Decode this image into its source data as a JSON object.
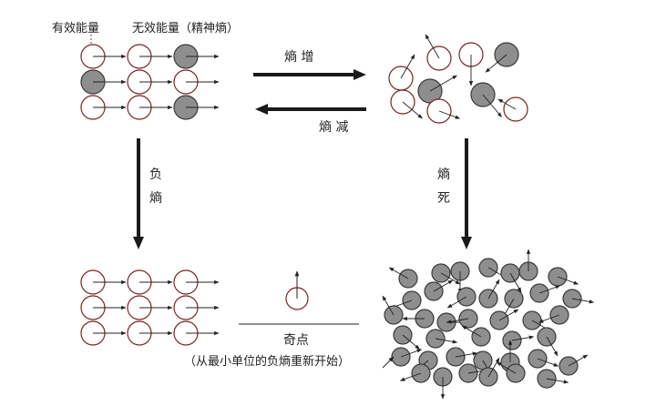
{
  "labels": {
    "effective_energy": "有效能量",
    "ineffective_energy": "无效能量（精神熵）",
    "entropy_increase": "熵 增",
    "entropy_decrease": "熵 减",
    "negative_entropy": "负熵",
    "entropy_death": "熵死",
    "singularity": "奇点",
    "singularity_note": "（从最小单位的负熵重新开始）"
  },
  "colors": {
    "circle_stroke": "#7a2323",
    "filled": "#8e8e8e",
    "filled_stroke": "#3a3a3a",
    "arrow": "#222222",
    "big_arrow": "#1a1a1a"
  }
}
